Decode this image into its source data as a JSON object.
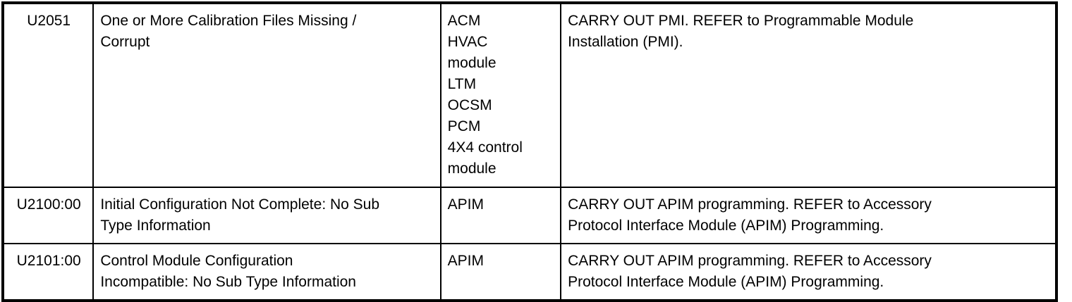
{
  "document": {
    "type": "dtc-reference-table",
    "colors": {
      "text": "#000000",
      "rule": "#000000",
      "background": "#ffffff"
    }
  },
  "table": {
    "columns": [
      {
        "key": "code",
        "name": "dtc-code"
      },
      {
        "key": "desc",
        "name": "dtc-description"
      },
      {
        "key": "module",
        "name": "affected-modules"
      },
      {
        "key": "action",
        "name": "service-action"
      }
    ],
    "rows": [
      {
        "code": "U2051",
        "description": "One or More Calibration Files Missing / Corrupt",
        "description_lines": [
          "One or More Calibration Files Missing /",
          "Corrupt"
        ],
        "modules": "ACM HVAC module LTM OCSM PCM 4X4 control module",
        "module_lines": [
          "ACM",
          "HVAC",
          "module",
          "LTM",
          "OCSM",
          "PCM",
          "4X4 control",
          "module"
        ],
        "action": "CARRY OUT PMI. REFER to Programmable Module Installation (PMI).",
        "action_lines": [
          "CARRY OUT PMI. REFER to Programmable Module",
          "Installation (PMI)."
        ]
      },
      {
        "code": "U2100:00",
        "description": "Initial Configuration Not Complete: No Sub Type Information",
        "description_lines": [
          "Initial Configuration Not Complete: No Sub",
          "Type Information"
        ],
        "modules": "APIM",
        "module_lines": [
          "APIM"
        ],
        "action": "CARRY OUT APIM programming. REFER to Accessory Protocol Interface Module (APIM) Programming.",
        "action_lines": [
          "CARRY OUT APIM programming. REFER to Accessory",
          "Protocol Interface Module (APIM) Programming."
        ]
      },
      {
        "code": "U2101:00",
        "description": "Control Module Configuration Incompatible: No Sub Type Information",
        "description_lines": [
          "Control Module Configuration",
          "Incompatible: No Sub Type Information"
        ],
        "modules": "APIM",
        "module_lines": [
          "APIM"
        ],
        "action": "CARRY OUT APIM programming. REFER to Accessory Protocol Interface Module (APIM) Programming.",
        "action_lines": [
          "CARRY OUT APIM programming. REFER to Accessory",
          "Protocol Interface Module (APIM) Programming."
        ]
      }
    ]
  }
}
